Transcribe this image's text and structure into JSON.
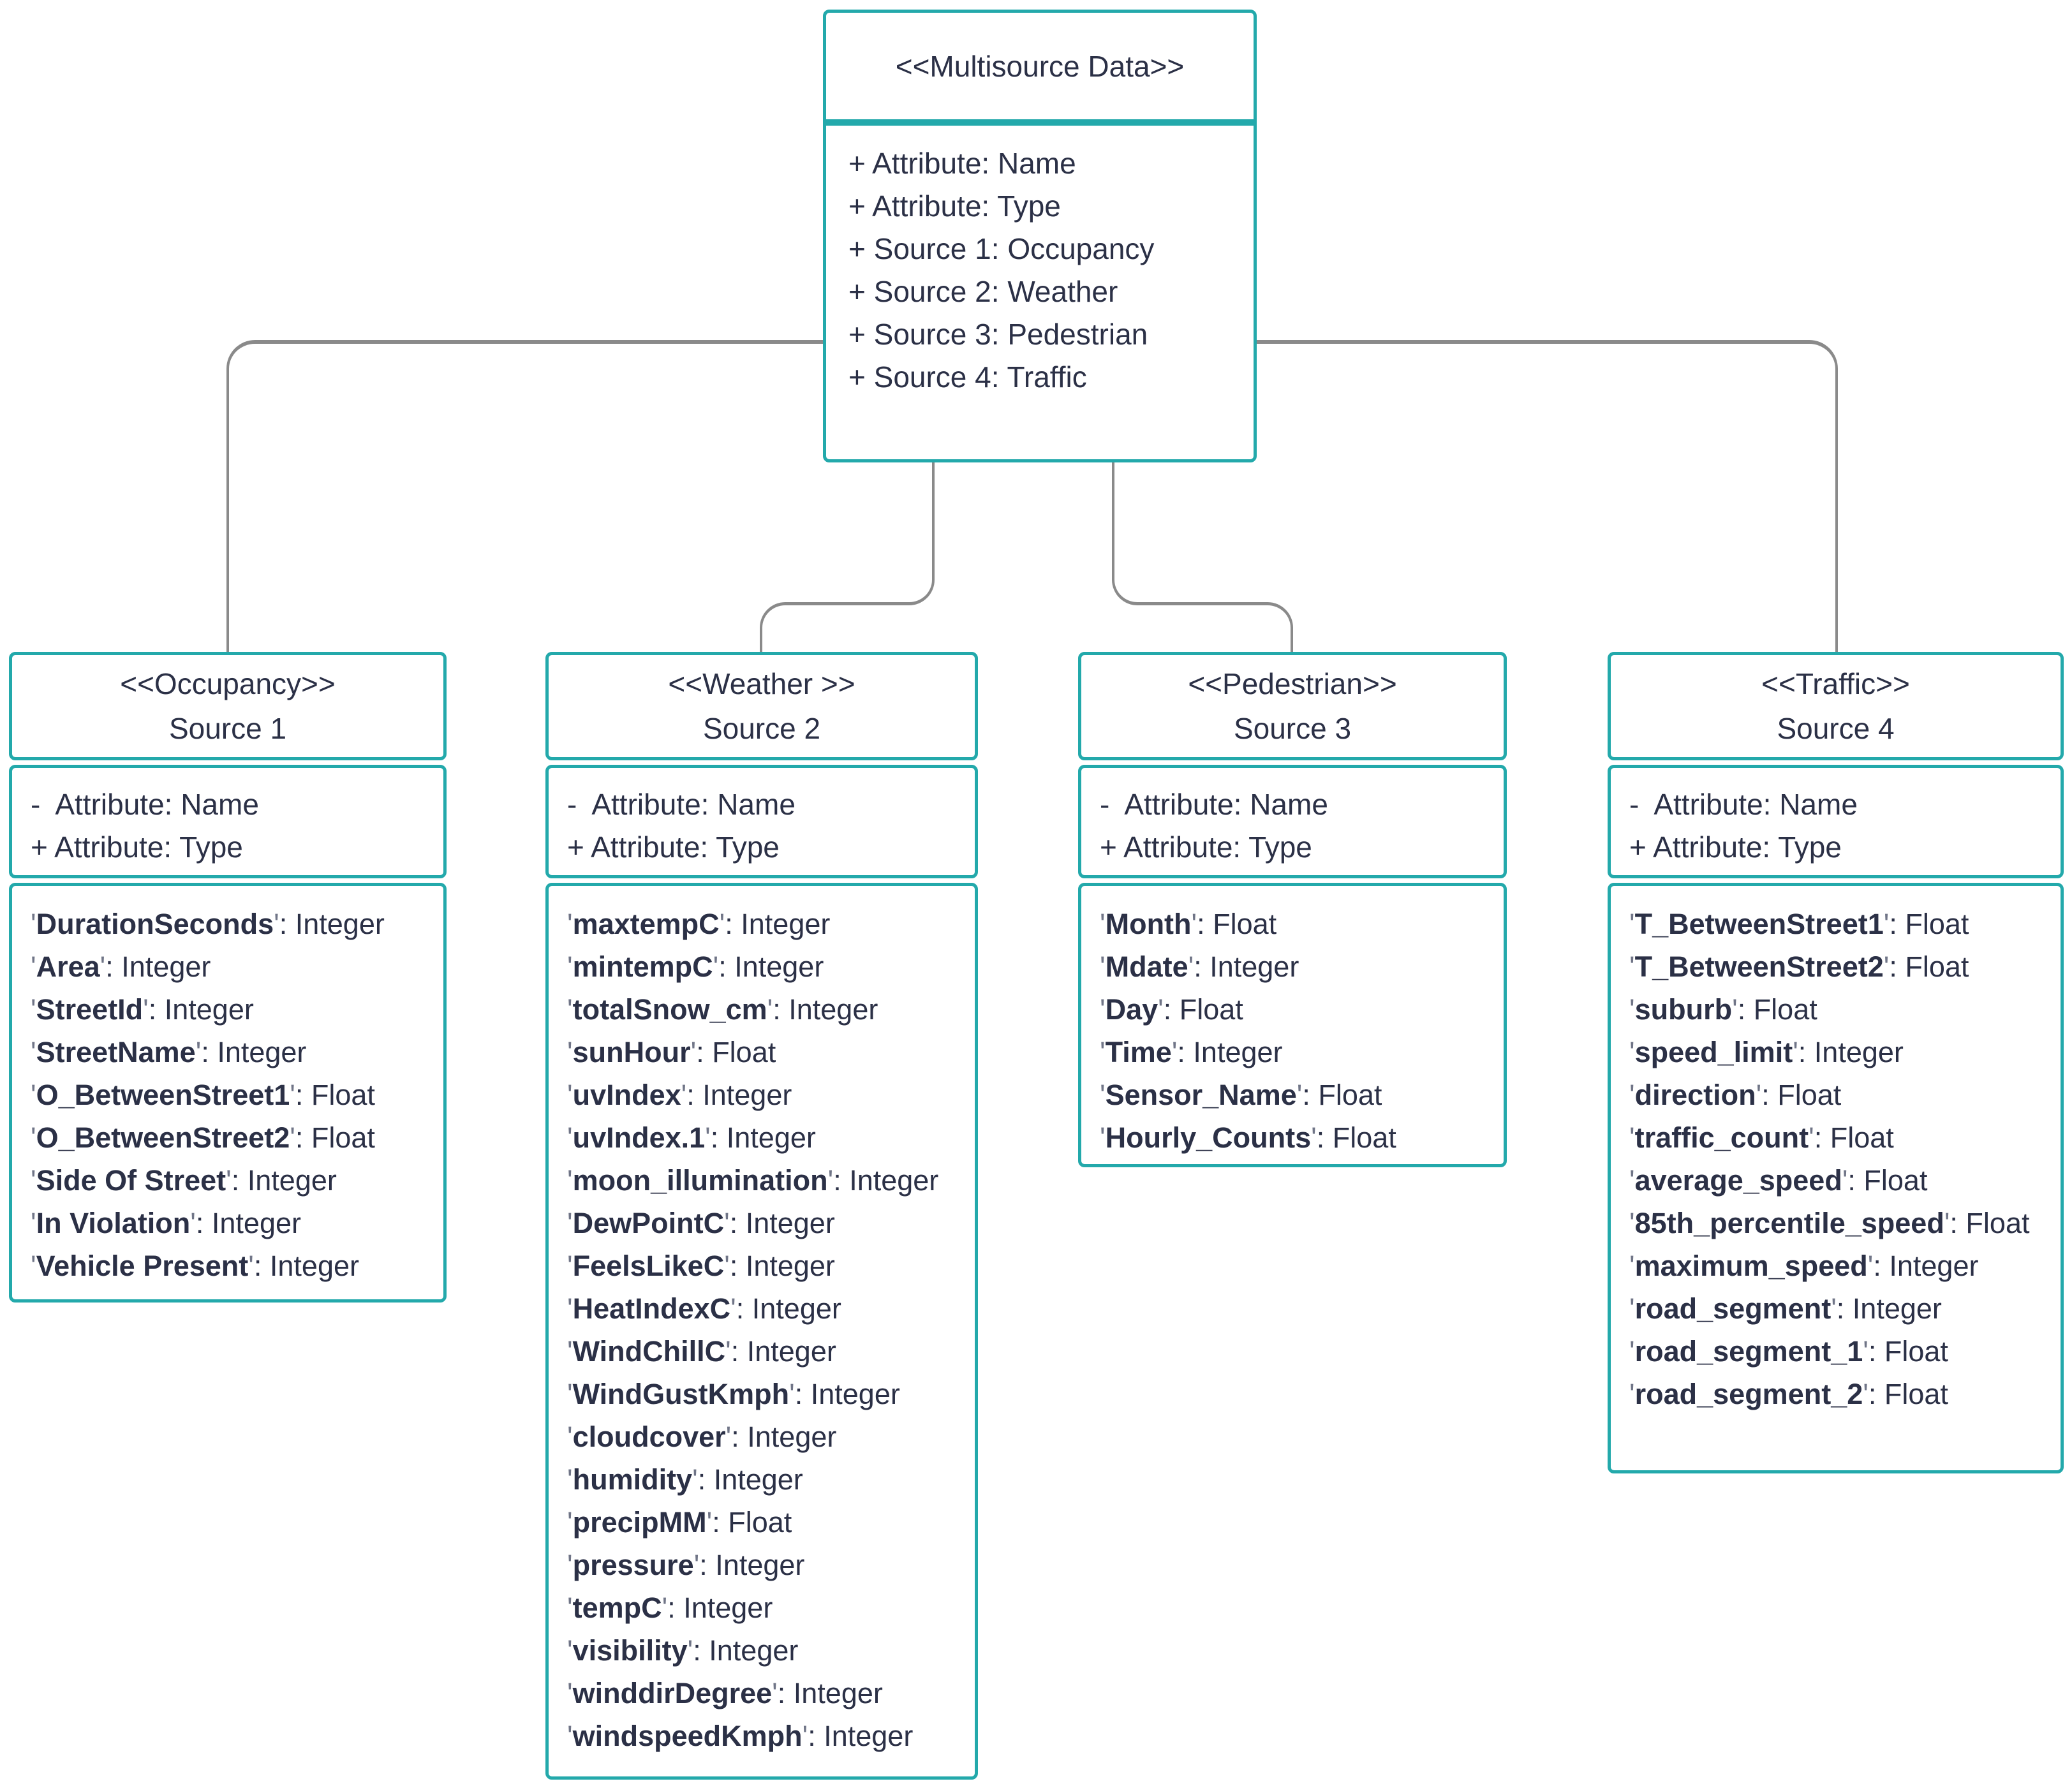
{
  "colors": {
    "border": "#23a9ab",
    "text": "#2b3046",
    "quote": "#707587",
    "connector": "#8a8a8a"
  },
  "parent": {
    "stereotype": "<<Multisource Data>>",
    "attributes": [
      "+ Attribute: Name",
      "+ Attribute: Type",
      "+ Source 1: Occupancy",
      "+ Source 2: Weather",
      "+ Source 3: Pedestrian",
      "+ Source 4: Traffic"
    ]
  },
  "sources": [
    {
      "stereotype": "<<Occupancy>>",
      "title": "Source 1",
      "attributes": [
        "-  Attribute: Name",
        "+ Attribute: Type"
      ],
      "fields": [
        {
          "name": "DurationSeconds",
          "type": "Integer"
        },
        {
          "name": "Area",
          "type": "Integer"
        },
        {
          "name": "StreetId",
          "type": "Integer"
        },
        {
          "name": "StreetName",
          "type": "Integer"
        },
        {
          "name": "O_BetweenStreet1",
          "type": "Float"
        },
        {
          "name": "O_BetweenStreet2",
          "type": "Float"
        },
        {
          "name": "Side Of Street",
          "type": "Integer"
        },
        {
          "name": "In Violation",
          "type": "Integer"
        },
        {
          "name": "Vehicle Present",
          "type": "Integer"
        }
      ]
    },
    {
      "stereotype": "<<Weather >>",
      "title": "Source 2",
      "attributes": [
        "-  Attribute: Name",
        "+ Attribute: Type"
      ],
      "fields": [
        {
          "name": "maxtempC",
          "type": "Integer"
        },
        {
          "name": "mintempC",
          "type": "Integer"
        },
        {
          "name": "totalSnow_cm",
          "type": "Integer"
        },
        {
          "name": "sunHour",
          "type": "Float"
        },
        {
          "name": "uvIndex",
          "type": "Integer"
        },
        {
          "name": "uvIndex.1",
          "type": "Integer"
        },
        {
          "name": "moon_illumination",
          "type": "Integer"
        },
        {
          "name": "DewPointC",
          "type": "Integer"
        },
        {
          "name": "FeelsLikeC",
          "type": "Integer"
        },
        {
          "name": "HeatIndexC",
          "type": "Integer"
        },
        {
          "name": "WindChillC",
          "type": "Integer"
        },
        {
          "name": "WindGustKmph",
          "type": "Integer"
        },
        {
          "name": "cloudcover",
          "type": "Integer"
        },
        {
          "name": "humidity",
          "type": "Integer"
        },
        {
          "name": "precipMM",
          "type": "Float"
        },
        {
          "name": "pressure",
          "type": "Integer"
        },
        {
          "name": "tempC",
          "type": "Integer"
        },
        {
          "name": "visibility",
          "type": "Integer"
        },
        {
          "name": "winddirDegree",
          "type": "Integer"
        },
        {
          "name": "windspeedKmph",
          "type": "Integer"
        }
      ]
    },
    {
      "stereotype": "<<Pedestrian>>",
      "title": "Source 3",
      "attributes": [
        "-  Attribute: Name",
        "+ Attribute: Type"
      ],
      "fields": [
        {
          "name": "Month",
          "type": "Float"
        },
        {
          "name": "Mdate",
          "type": "Integer"
        },
        {
          "name": "Day",
          "type": "Float"
        },
        {
          "name": "Time",
          "type": "Integer"
        },
        {
          "name": "Sensor_Name",
          "type": "Float"
        },
        {
          "name": "Hourly_Counts",
          "type": "Float"
        }
      ]
    },
    {
      "stereotype": "<<Traffic>>",
      "title": "Source 4",
      "attributes": [
        "-  Attribute: Name",
        "+ Attribute: Type"
      ],
      "fields": [
        {
          "name": "T_BetweenStreet1",
          "type": "Float"
        },
        {
          "name": "T_BetweenStreet2",
          "type": "Float"
        },
        {
          "name": "suburb",
          "type": "Float"
        },
        {
          "name": "speed_limit",
          "type": "Integer"
        },
        {
          "name": "direction",
          "type": "Float"
        },
        {
          "name": "traffic_count",
          "type": "Float"
        },
        {
          "name": "average_speed",
          "type": "Float"
        },
        {
          "name": "85th_percentile_speed",
          "type": "Float"
        },
        {
          "name": "maximum_speed",
          "type": "Integer"
        },
        {
          "name": "road_segment",
          "type": "Integer"
        },
        {
          "name": "road_segment_1",
          "type": "Float"
        },
        {
          "name": "road_segment_2",
          "type": "Float"
        }
      ]
    }
  ]
}
